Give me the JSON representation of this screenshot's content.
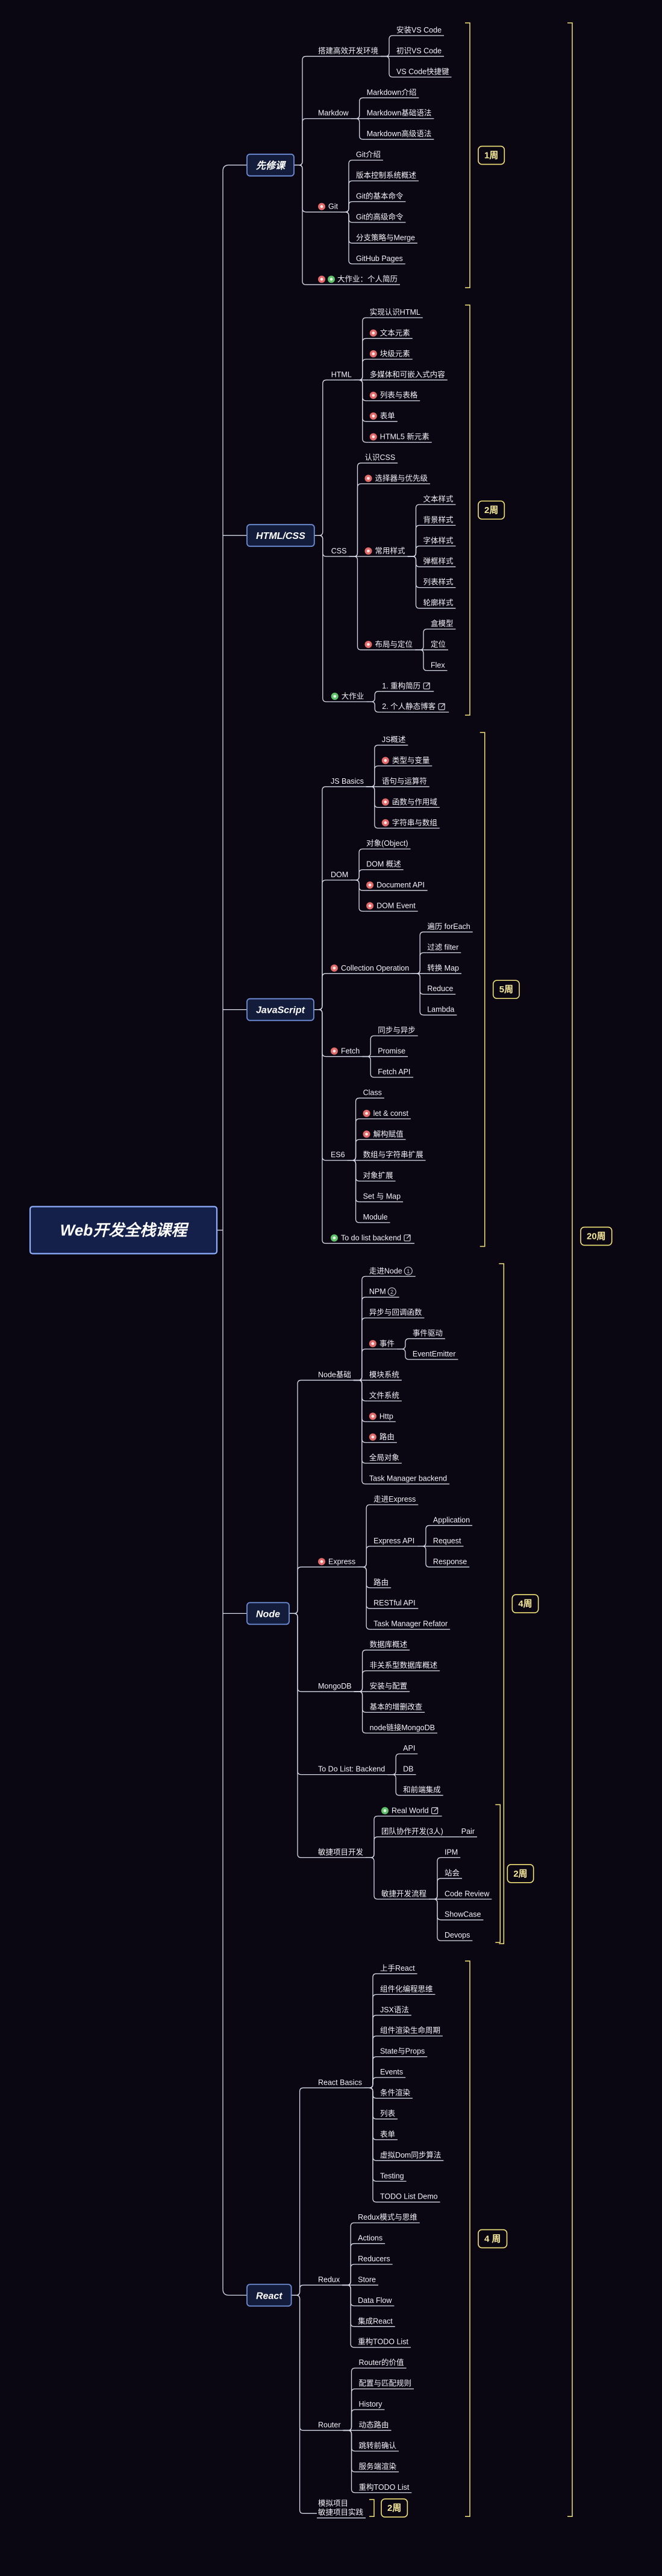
{
  "colors": {
    "background": "#0a0712",
    "line": "#d7dbea",
    "text": "#f1f1f6",
    "section_fill": "#141c3c",
    "section_border": "#6f8fd8",
    "section_text": "#ffffff",
    "root_fill": "#15204a",
    "root_border": "#8fb0ff",
    "week_border": "#f2e27a",
    "week_text": "#f6e89a",
    "bracket": "#f2e27a",
    "icon_red": "#e26a6a",
    "icon_green": "#5fc26a",
    "icon_neutral": "#cfd2dc"
  },
  "root": "Web开发全栈课程",
  "total_weeks": "20周",
  "sections": [
    {
      "title": "先修课",
      "week": "1周",
      "children": [
        {
          "text": "搭建高效开发环境",
          "children": [
            "安装VS Code",
            "初识VS Code",
            "VS Code快捷键"
          ]
        },
        {
          "text": "Markdow",
          "children": [
            "Markdown介绍",
            "Markdown基础语法",
            "Markdown高级语法"
          ]
        },
        {
          "text": "Git",
          "icon": "red-icon",
          "children": [
            "Git介绍",
            "版本控制系统概述",
            "Git的基本命令",
            "Git的高级命令",
            "分支策略与Merge",
            "GitHub Pages"
          ]
        },
        {
          "text": "大作业：个人简历",
          "icons": [
            "red-icon",
            "green-icon"
          ]
        }
      ]
    },
    {
      "title": "HTML/CSS",
      "week": "2周",
      "children": [
        {
          "text": "HTML",
          "children": [
            "实现认识HTML",
            {
              "text": "文本元素",
              "icon": "red-icon"
            },
            {
              "text": "块级元素",
              "icon": "red-icon"
            },
            "多媒体和可嵌入式内容",
            {
              "text": "列表与表格",
              "icon": "red-icon"
            },
            {
              "text": "表单",
              "icon": "red-icon"
            },
            {
              "text": "HTML5 新元素",
              "icon": "red-icon"
            }
          ]
        },
        {
          "text": "CSS",
          "children": [
            "认识CSS",
            {
              "text": "选择器与优先级",
              "icon": "red-icon"
            },
            {
              "text": "常用样式",
              "icon": "red-icon",
              "children": [
                "文本样式",
                "背景样式",
                "字体样式",
                "弹框样式",
                "列表样式",
                "轮廓样式"
              ]
            },
            {
              "text": "布局与定位",
              "icon": "red-icon",
              "children": [
                "盒模型",
                "定位",
                "Flex"
              ]
            }
          ]
        },
        {
          "text": "大作业",
          "icon": "green-icon",
          "children": [
            {
              "text": "1. 重构简历",
              "icon_after": "link-icon"
            },
            {
              "text": "2. 个人静态博客",
              "icon_after": "link-icon"
            }
          ]
        }
      ]
    },
    {
      "title": "JavaScript",
      "week": "5周",
      "children": [
        {
          "text": "JS Basics",
          "children": [
            "JS概述",
            {
              "text": "类型与变量",
              "icon": "red-icon"
            },
            "语句与运算符",
            {
              "text": "函数与作用域",
              "icon": "red-icon"
            },
            {
              "text": "字符串与数组",
              "icon": "red-icon"
            }
          ]
        },
        {
          "text": "DOM",
          "children": [
            "对象(Object)",
            "DOM 概述",
            {
              "text": "Document API",
              "icon": "red-icon"
            },
            {
              "text": "DOM Event",
              "icon": "red-icon"
            }
          ]
        },
        {
          "text": "Collection Operation",
          "icon": "red-icon",
          "children": [
            "遍历 forEach",
            "过滤 filter",
            "转换 Map",
            "Reduce",
            "Lambda"
          ]
        },
        {
          "text": "Fetch",
          "icon": "red-icon",
          "children": [
            "同步与异步",
            "Promise",
            "Fetch API"
          ]
        },
        {
          "text": "ES6",
          "children": [
            "Class",
            {
              "text": "let & const",
              "icon": "red-icon"
            },
            {
              "text": "解构赋值",
              "icon": "red-icon"
            },
            "数组与字符串扩展",
            "对象扩展",
            "Set 与 Map",
            "Module"
          ]
        },
        {
          "text": "To do list backend",
          "icon": "green-icon",
          "icon_after": "link-icon"
        }
      ]
    },
    {
      "title": "Node",
      "week": "4周",
      "children": [
        {
          "text": "Node基础",
          "children": [
            {
              "text": "走进Node",
              "icon_after": "number-1-icon"
            },
            {
              "text": "NPM",
              "icon_after": "number-2-icon"
            },
            "异步与回调函数",
            {
              "text": "事件",
              "icon": "red-icon",
              "children": [
                "事件驱动",
                "EventEmitter"
              ]
            },
            "模块系统",
            "文件系统",
            {
              "text": "Http",
              "icon": "red-icon"
            },
            {
              "text": "路由",
              "icon": "red-icon"
            },
            "全局对象",
            "Task Manager backend"
          ]
        },
        {
          "text": "Express",
          "icon": "red-icon",
          "children": [
            "走进Express",
            {
              "text": "Express API",
              "children": [
                "Application",
                "Request",
                "Response"
              ]
            },
            "路由",
            "RESTful API",
            "Task Manager Refator"
          ]
        },
        {
          "text": "MongoDB",
          "children": [
            "数据库概述",
            "非关系型数据库概述",
            "安装与配置",
            "基本的增删改查",
            "node链接MongoDB"
          ]
        },
        {
          "text": "To Do List: Backend",
          "children": [
            "API",
            "DB",
            "和前端集成"
          ]
        },
        {
          "text": "敏捷项目开发",
          "week": "2周",
          "children": [
            {
              "text": "Real World",
              "icon": "green-icon",
              "icon_after": "link-icon"
            },
            {
              "text": "团队协作开发(3人)",
              "children": [
                "Pair"
              ]
            },
            {
              "text": "敏捷开发流程",
              "children": [
                "IPM",
                "站会",
                "Code Review",
                "ShowCase",
                "Devops"
              ]
            }
          ]
        }
      ]
    },
    {
      "title": "React",
      "week": "4 周",
      "children": [
        {
          "text": "React Basics",
          "children": [
            "上手React",
            "组件化编程思维",
            "JSX语法",
            "组件渲染生命周期",
            "State与Props",
            "Events",
            "条件渲染",
            "列表",
            "表单",
            "虚拟Dom同步算法",
            "Testing",
            "TODO List Demo"
          ]
        },
        {
          "text": "Redux",
          "children": [
            "Redux模式与思维",
            "Actions",
            "Reducers",
            "Store",
            "Data Flow",
            "集成React",
            "重构TODO List"
          ]
        },
        {
          "text": "Router",
          "children": [
            "Router的价值",
            "配置与匹配规则",
            "History",
            "动态路由",
            "跳转前确认",
            "服务端渲染",
            "重构TODO List"
          ]
        },
        {
          "text": "模拟项目\n敏捷项目实践",
          "week": "2周"
        }
      ]
    }
  ]
}
